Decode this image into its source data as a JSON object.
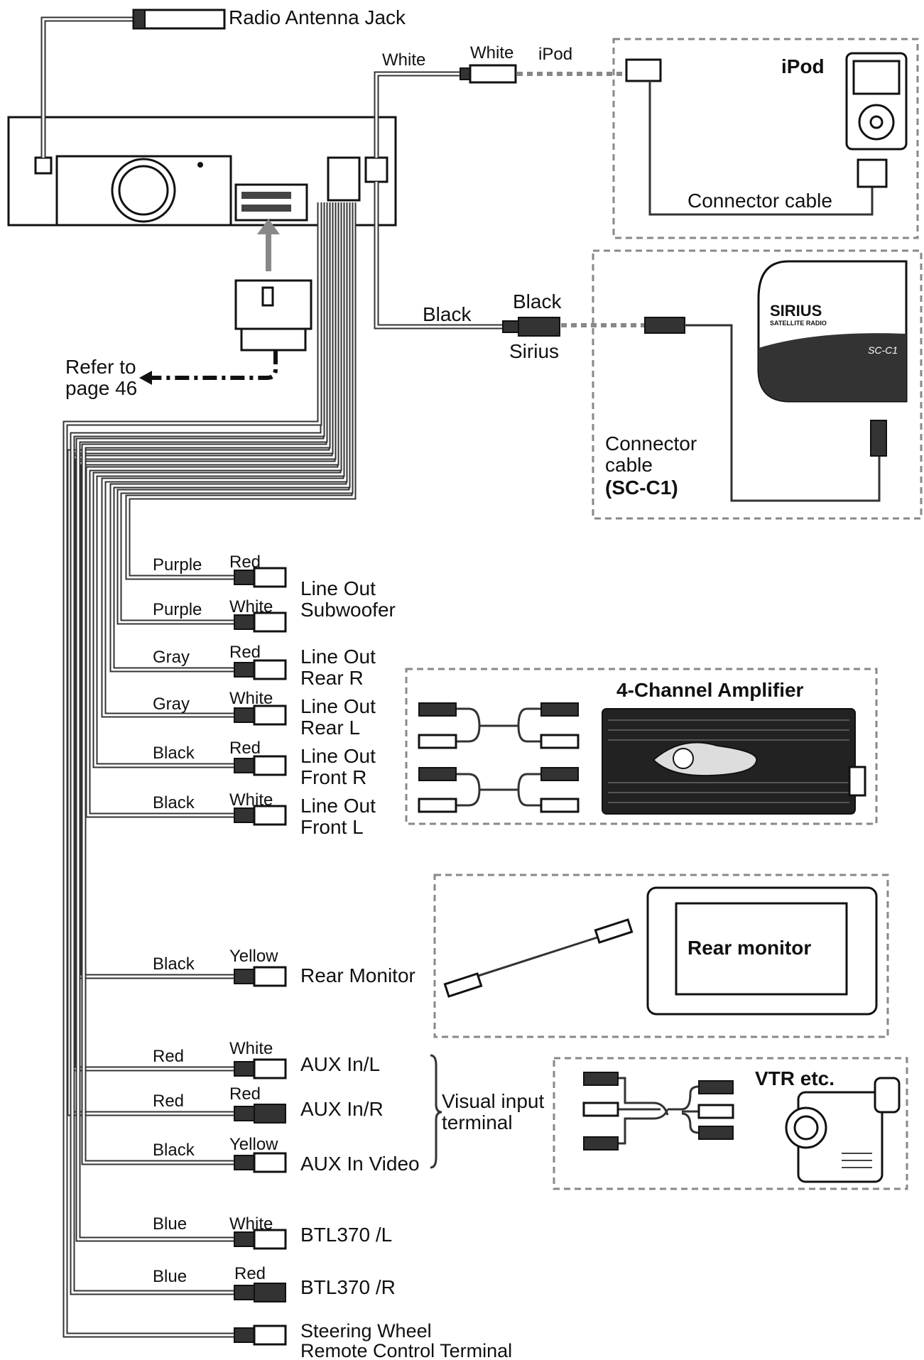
{
  "labels": {
    "antenna": "Radio Antenna Jack",
    "ipod_white_wire": "White",
    "ipod_white_plug": "White",
    "ipod_plug": "iPod",
    "ipod_device": "iPod",
    "ipod_cable": "Connector cable",
    "sirius_black_wire": "Black",
    "sirius_black_plug": "Black",
    "sirius_plug": "Sirius",
    "sirius_brand": "SIRIUS",
    "sirius_sub": "SATELLITE RADIO",
    "sirius_model": "SC-C1",
    "sirius_cable_1": "Connector",
    "sirius_cable_2": "cable",
    "sirius_cable_3": "(SC-C1)",
    "refer_1": "Refer to",
    "refer_2": "page 46",
    "amplifier": "4-Channel Amplifier",
    "rear_monitor_device": "Rear monitor",
    "visual_input_1": "Visual input",
    "visual_input_2": "terminal",
    "vtr": "VTR etc."
  },
  "outputs": [
    {
      "wire": "Purple",
      "plug": "Red",
      "name1": "Line Out",
      "name2": "Subwoofer"
    },
    {
      "wire": "Purple",
      "plug": "White",
      "name1": "",
      "name2": ""
    },
    {
      "wire": "Gray",
      "plug": "Red",
      "name1": "Line Out",
      "name2": "Rear R"
    },
    {
      "wire": "Gray",
      "plug": "White",
      "name1": "Line Out",
      "name2": "Rear L"
    },
    {
      "wire": "Black",
      "plug": "Red",
      "name1": "Line Out",
      "name2": "Front R"
    },
    {
      "wire": "Black",
      "plug": "White",
      "name1": "Line Out",
      "name2": "Front L"
    },
    {
      "wire": "Black",
      "plug": "Yellow",
      "name1": "Rear Monitor",
      "name2": ""
    },
    {
      "wire": "Red",
      "plug": "White",
      "name1": "AUX In/L",
      "name2": ""
    },
    {
      "wire": "Red",
      "plug": "Red",
      "name1": "AUX In/R",
      "name2": ""
    },
    {
      "wire": "Black",
      "plug": "Yellow",
      "name1": "AUX In Video",
      "name2": ""
    },
    {
      "wire": "Blue",
      "plug": "White",
      "name1": "BTL370 /L",
      "name2": ""
    },
    {
      "wire": "Blue",
      "plug": "Red",
      "name1": "BTL370 /R",
      "name2": ""
    },
    {
      "wire": "",
      "plug": "",
      "name1": "Steering Wheel",
      "name2": "Remote Control Terminal"
    }
  ],
  "colors": {
    "wire": "#333333",
    "dashed_box": "#888888",
    "dark_plug": "#333333",
    "text": "#111111"
  }
}
